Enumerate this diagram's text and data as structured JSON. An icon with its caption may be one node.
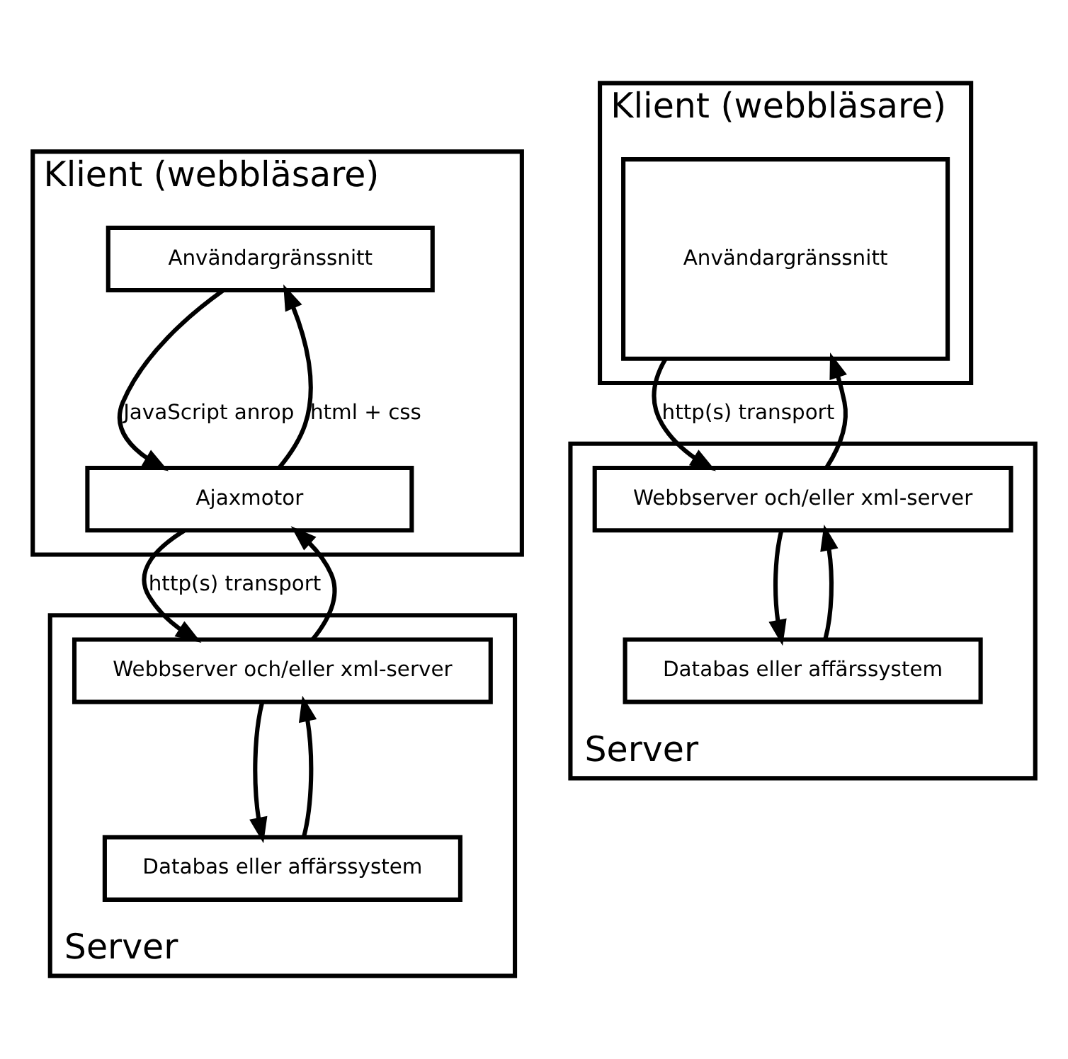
{
  "diagram": {
    "nodes": [
      {
        "text": [
          "Klient (webbläsare)"
        ]
      },
      {
        "text": [
          "Användargränssnitt"
        ],
        "in": 0
      },
      {
        "text": [
          "Ajaxmotor"
        ],
        "in": 0
      },
      {
        "text": [
          "Server"
        ]
      },
      {
        "text": [
          "Webbserver och/eller xml-server"
        ],
        "in": 3
      },
      {
        "text": [
          "Databas eller affärssystem"
        ],
        "in": 3
      },
      {
        "text": [
          "Klient (webbläsare)"
        ]
      },
      {
        "text": [
          "Användargränssnitt"
        ],
        "in": 6
      },
      {
        "text": [
          "Server"
        ]
      },
      {
        "text": [
          "Webbserver och/eller xml-server"
        ],
        "in": 8
      },
      {
        "text": [
          "Databas eller affärssystem"
        ],
        "in": 8
      }
    ],
    "edges": [
      {
        "from": 1,
        "to": 2,
        "arrow": "to",
        "label": "JavaScript anrop"
      },
      {
        "from": 2,
        "to": 1,
        "arrow": "to",
        "label": "html + css"
      },
      {
        "from": 2,
        "to": 4,
        "arrow": "to",
        "label": "http(s) transport"
      },
      {
        "from": 4,
        "to": 2,
        "arrow": "to"
      },
      {
        "from": 4,
        "to": 5,
        "arrow": "to"
      },
      {
        "from": 5,
        "to": 4,
        "arrow": "to"
      },
      {
        "from": 7,
        "to": 9,
        "arrow": "to",
        "label": "http(s) transport"
      },
      {
        "from": 9,
        "to": 7,
        "arrow": "to"
      },
      {
        "from": 9,
        "to": 10,
        "arrow": "to"
      },
      {
        "from": 10,
        "to": 9,
        "arrow": "to"
      }
    ]
  }
}
